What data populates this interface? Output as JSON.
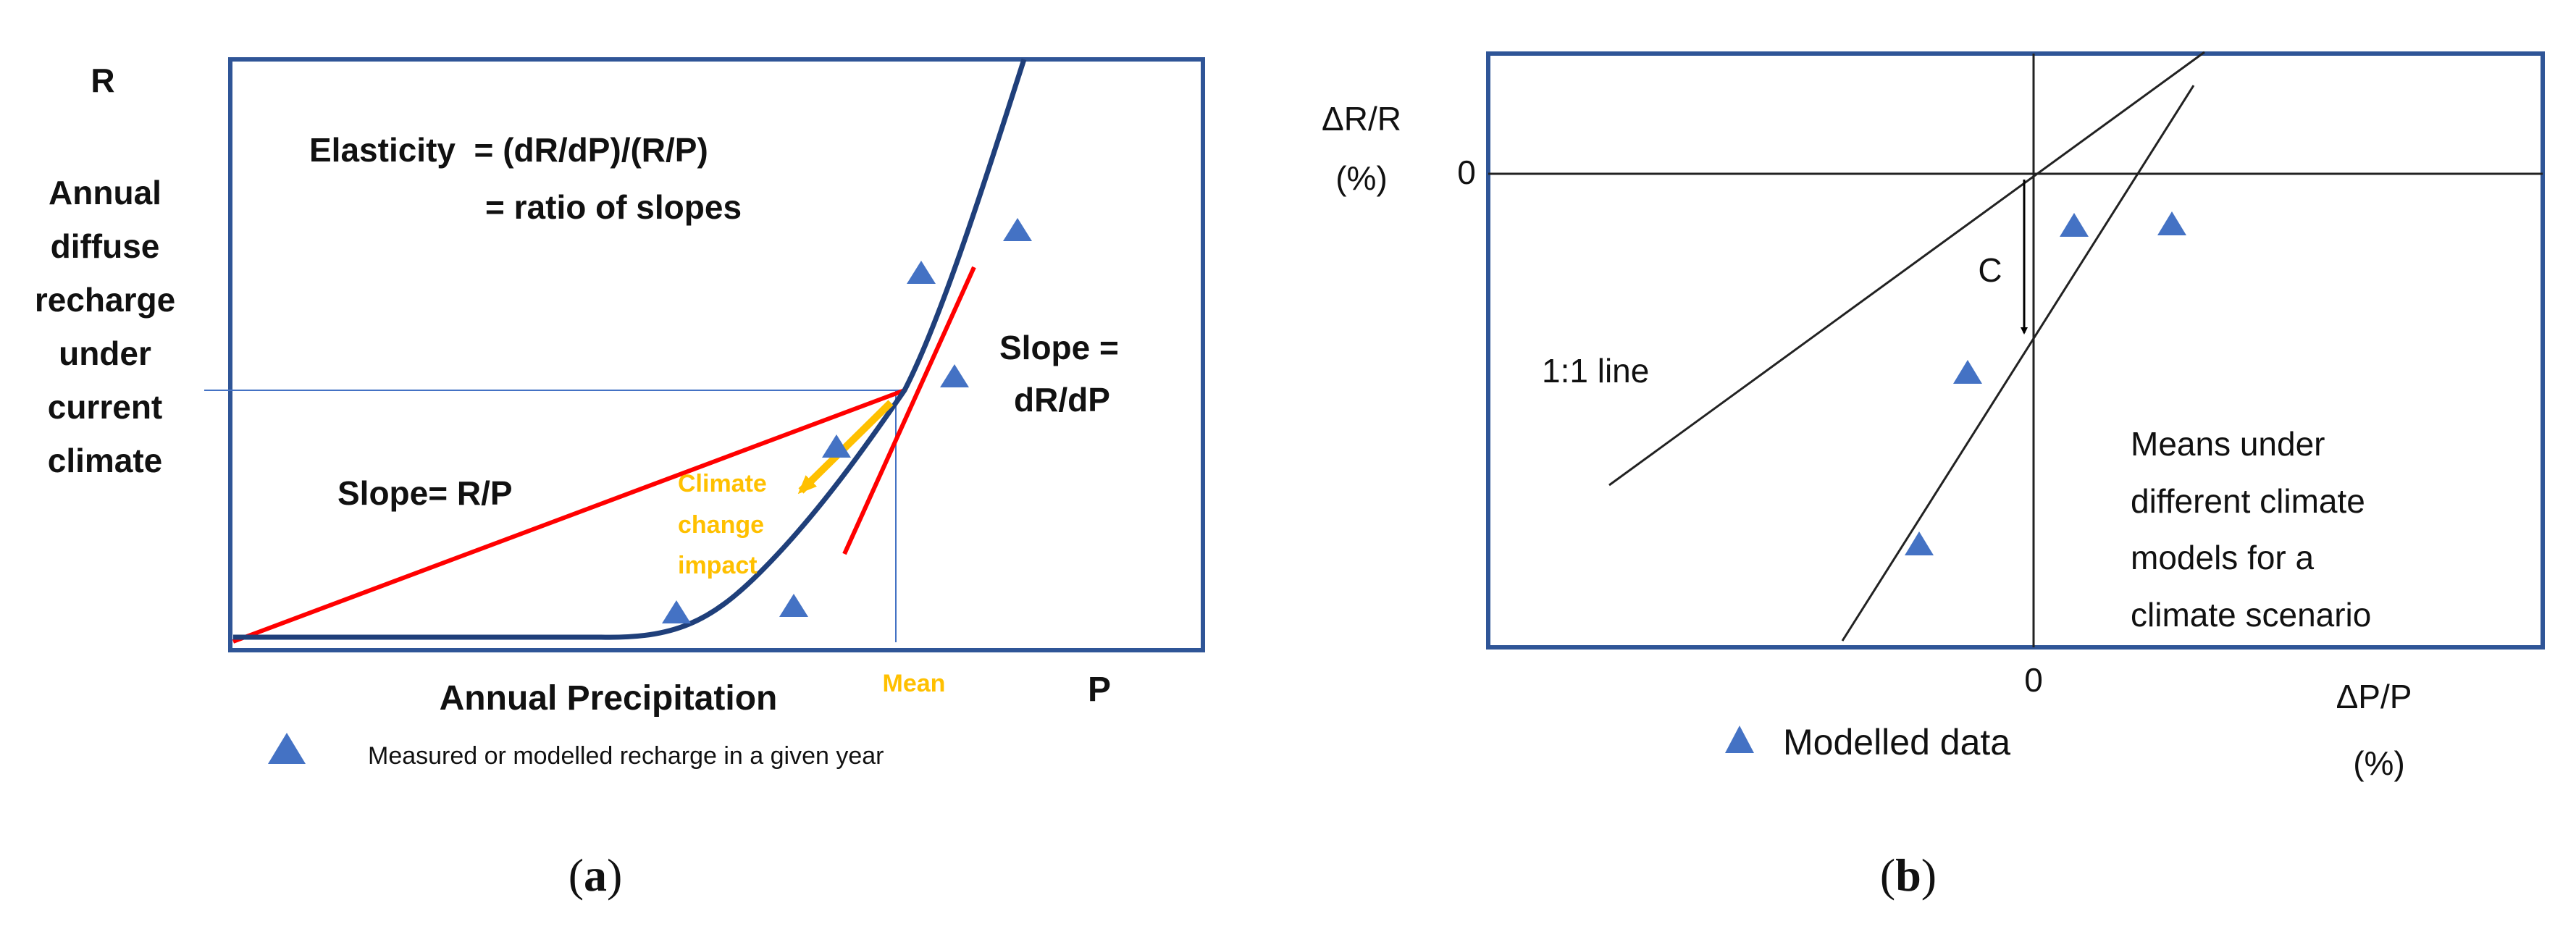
{
  "panel_a": {
    "caption_letter": "a",
    "caption_open": "(",
    "caption_close": ")",
    "y_axis_symbol": "R",
    "y_axis_label_lines": [
      "Annual",
      "diffuse",
      "recharge",
      "under",
      "current",
      "climate"
    ],
    "x_axis_label": "Annual Precipitation",
    "x_axis_symbol": "P",
    "mean_label": "Mean",
    "elasticity_line1": "Elasticity  = (dR/dP)/(R/P)",
    "elasticity_line2": "= ratio of slopes",
    "slope_tangent_line1": "Slope =",
    "slope_tangent_line2": "dR/dP",
    "slope_secant": "Slope= R/P",
    "impact_label_lines": [
      "Climate",
      "change",
      "impact"
    ],
    "legend_text": "Measured or modelled recharge in a given year",
    "colors": {
      "frame": "#2f5597",
      "curve": "#1f3f7a",
      "slope_lines": "#ff0000",
      "impact_arrow": "#ffc000",
      "marker": "#4472c4",
      "guide": "#4472c4"
    }
  },
  "panel_b": {
    "caption_letter": "b",
    "caption_open": "(",
    "caption_close": ")",
    "y_axis_label_line1": "ΔR/R",
    "y_axis_label_line2": "(%)",
    "y_zero_label": "0",
    "x_zero_label": "0",
    "x_axis_label_line1": "ΔP/P",
    "x_axis_label_line2": "(%)",
    "c_label": "C",
    "one_to_one_label": "1:1 line",
    "means_label_lines": [
      "Means under",
      "different climate",
      "models for a",
      "climate scenario"
    ],
    "legend_text": "Modelled data",
    "colors": {
      "frame": "#2f5597",
      "marker": "#4472c4",
      "lines": "#222222"
    }
  }
}
